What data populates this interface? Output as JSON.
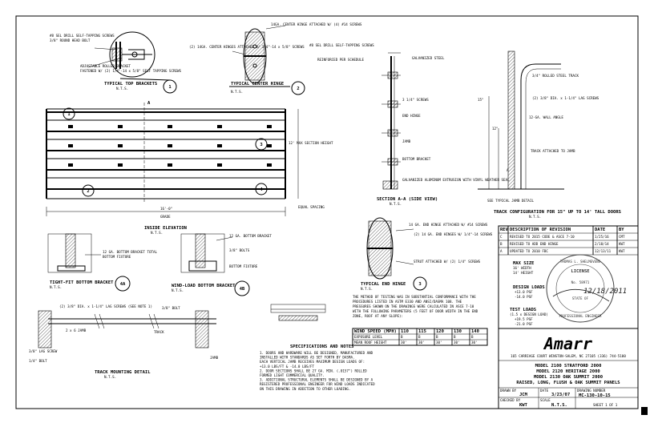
{
  "details": {
    "top_brackets": {
      "title": "TYPICAL TOP BRACKETS",
      "scale": "N.T.S.",
      "num": "1",
      "callouts": [
        "#8 SEL DRILL SELF-TAPPING SCREWS",
        "3/8\" ROUND HEAD BOLT",
        "ADJUSTABLE ROLLER BRACKET",
        "FASTENED W/ (2) 1/4\"-14 x 5/8\" SELF TAPPING SCREWS"
      ]
    },
    "center_hinge": {
      "title": "TYPICAL CENTER HINGE",
      "scale": "N.T.S.",
      "num": "2",
      "callouts": [
        "14GA. CENTER HINGE ATTACHED W/ (4) #14 SCREWS",
        "(2) 14GA. CENTER HINGES ATTACHED W/ 1/4\"-14 x 5/8\" SCREWS"
      ]
    },
    "section_aa": {
      "title": "SECTION A-A (SIDE VIEW)",
      "scale": "N.T.S.",
      "callouts": [
        "#8 SEL DRILL SELF-TAPPING SCREWS",
        "REINFORCED PER SCHEDULE",
        "GALVANIZED STEEL",
        "3 1/4\" SCREWS",
        "END HINGE",
        "JAMB",
        "BOTTOM BRACKET",
        "GALVANIZED ALUMINUM EXTRUSION WITH VINYL WEATHER SEAL"
      ]
    },
    "elevation": {
      "title": "INSIDE ELEVATION",
      "scale": "N.T.S.",
      "width": "16'-0\"",
      "width_note": "GRADE",
      "height_note": "12' MAX SECTION HEIGHT",
      "jamb_note": "EQUAL SPACING",
      "markers": [
        "1",
        "2",
        "3",
        "4"
      ],
      "section_label": "A"
    },
    "track_detail": {
      "title": "TRACK CONFIGURATION FOR 15\" UP TO 14' TALL DOORS",
      "scale": "N.T.S.",
      "dims": [
        "15\"",
        "12\"",
        "A"
      ],
      "callouts": [
        "3/4\" ROLLED STEEL TRACK",
        "(2) 3/8\" DIA. x 1-1/4\" LAG SCREWS",
        "12-GA. WALL ANGLE",
        "TRACK ATTACHED TO JAMB",
        "SEE TYPICAL JAMB DETAIL"
      ]
    },
    "bracket_4a": {
      "title": "TIGHT-FIT BOTTOM BRACKET",
      "scale": "N.T.S.",
      "num": "4A",
      "callouts": [
        "12 GA. BOTTOM BRACKET TOTAL",
        "BOTTOM FIXTURE"
      ]
    },
    "bracket_4b": {
      "title": "WIND-LOAD BOTTOM BRACKET",
      "scale": "N.T.S.",
      "num": "4B",
      "callouts": [
        "12 GA. BOTTOM BRACKET",
        "3/8\" BOLTS",
        "BOTTOM FIXTURE"
      ]
    },
    "end_hinge": {
      "title": "TYPICAL END HINGE",
      "scale": "N.T.S.",
      "num": "3",
      "callouts": [
        "14 GA. END HINGE ATTACHED W/ #14 SCREWS",
        "(2) 14 GA. END HINGES W/ 1/4\"-14 SCREWS",
        "STRUT ATTACHED W/ (2) 1/4\" SCREWS"
      ]
    },
    "track_mounting": {
      "title": "TRACK MOUNTING DETAIL",
      "scale": "N.T.S.",
      "callouts": [
        "(2) 3/8\" DIA. x 1-1/4\" LAG SCREWS (SEE NOTE 1)",
        "3/8\" BOLT",
        "2 x 6 JAMB",
        "TRACK",
        "3/8\" LAG SCREW",
        "1/4\" BOLT",
        "JAMB"
      ]
    }
  },
  "method_text": "THE METHOD OF TESTING WAS IN SUBSTANTIAL CONFORMANCE WITH THE PROCEDURES LISTED IN ASTM E330 AND ANSI/DASMA 108. THE PRESSURES SHOWN ON THE DRAWINGS WERE CALCULATED IN ASCE 7-10 WITH THE FOLLOWING PARAMETERS (5 FEET OF DOOR WIDTH IN THE END ZONE, ROOF AT ANY SLOPE):",
  "wind_table": {
    "headers": [
      "WIND SPEED (MPH)",
      "110",
      "115",
      "120",
      "130",
      "140"
    ],
    "rows": [
      [
        "EXPOSURE LEVEL",
        "B",
        "B",
        "B",
        "B",
        "B"
      ],
      [
        "MEAN ROOF HEIGHT",
        "30'",
        "30'",
        "30'",
        "30'",
        "30'"
      ]
    ]
  },
  "spec_title": "SPECIFICATIONS AND NOTES",
  "spec_notes": [
    "1. DOORS AND HARDWARE WILL BE DESIGNED, MANUFACTURED AND INSTALLED WITH STANDARDS AS SET FORTH BY DASMA.",
    "EACH VERTICAL JAMB RECEIVES MAXIMUM DESIGN LOADS OF:",
    "+13.0 LBS/FT  &  -14.0 LBS/FT",
    "2. DOOR SECTIONS SHALL BE 27 GA. MIN. (.0157\") ROLLED FORMED LIGHT COMMERCIAL QUALITY.",
    "3. ADDITIONAL STRUCTURAL ELEMENTS SHALL BE DESIGNED BY A REGISTERED PROFESSIONAL ENGINEER FOR WIND LOADS INDICATED ON THIS DRAWING IN ADDITION TO OTHER LOADING."
  ],
  "rev_table": {
    "headers": [
      "REV",
      "DESCRIPTION OF REVISION",
      "DATE",
      "BY"
    ],
    "rows": [
      [
        "C",
        "REVISED TO 2015 CODE & ASCE 7-10",
        "1/25/16",
        "CMT"
      ],
      [
        "B",
        "REVISED TO ADD END HINGE",
        "2/18/14",
        "KWT"
      ],
      [
        "A",
        "UPDATED TO 2010 FBC",
        "12/13/11",
        "KWT"
      ]
    ]
  },
  "design_info": {
    "max_size_label": "MAX SIZE",
    "max_size": [
      "16' WIDTH",
      "14' HEIGHT"
    ],
    "design_loads_label": "DESIGN LOADS",
    "design_loads": [
      "+13.0 PSF",
      "-14.0 PSF"
    ],
    "test_loads_label": "TEST LOADS",
    "test_loads_note": "(1.5 x DESIGN LOAD)",
    "test_loads": [
      "+19.5 PSF",
      "-21.0 PSF"
    ]
  },
  "seal": {
    "name": "THOMAS L. SHELMEVENS",
    "license": "LICENSE",
    "number": "No. 58971",
    "state": "STATE OF",
    "profession": "PROFESSIONAL ENGINEER",
    "date": "12/18/2011"
  },
  "company": {
    "logo": "Amarr",
    "address": "165 CARRIAGE COURT  WINSTON-SALEM, NC 27105  (336) 744-5100",
    "models": [
      "MODEL 2100 STRATFORD 2000",
      "MODEL 2120 HERITAGE 2000",
      "MODEL 2130 OAK SUMMIT 2000",
      "RAISED, LONG, FLUSH & OAK SUMMIT PANELS"
    ]
  },
  "title_block": {
    "drawn_label": "DRAWN BY",
    "drawn": "JCM",
    "checked_label": "CHECKED BY",
    "checked": "KWT",
    "date_label": "DATE",
    "date": "3/23/07",
    "dwg_label": "DRAWING NUMBER",
    "dwg": "MC-130-10-15",
    "scale_label": "SCALE",
    "scale": "N.T.S.",
    "sheet": "SHEET 1 OF 1"
  }
}
